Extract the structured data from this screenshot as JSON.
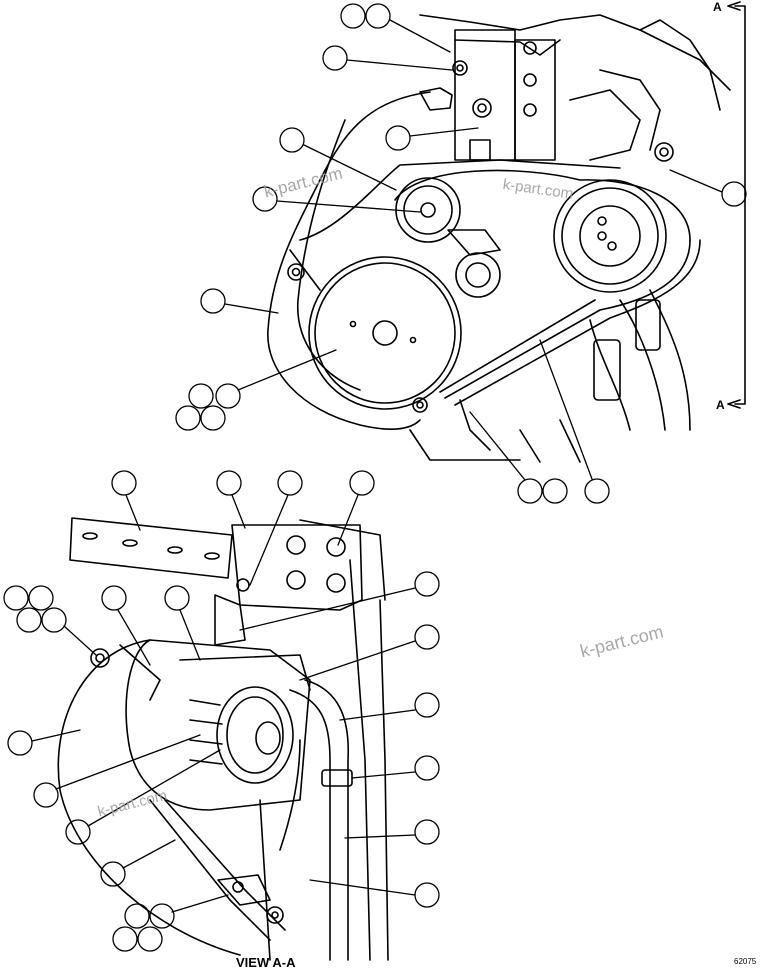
{
  "labels": {
    "view": "VIEW A-A",
    "section_top": "A",
    "section_bottom": "A",
    "figure_number": "62075"
  },
  "watermarks": [
    "k-part.com",
    "k-part.com",
    "k-part.com",
    "k-part.com"
  ],
  "colors": {
    "line": "#000000",
    "background": "#ffffff",
    "watermark": "#9a9a9a"
  }
}
